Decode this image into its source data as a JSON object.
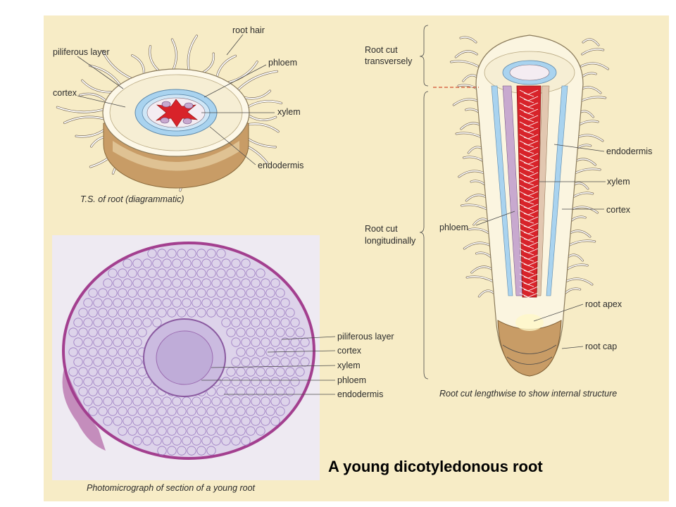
{
  "diagram_ts": {
    "caption": "T.S. of root (diagrammatic)",
    "labels": {
      "root_hair": "root hair",
      "piliferous_layer": "piliferous layer",
      "phloem": "phloem",
      "cortex": "cortex",
      "xylem": "xylem",
      "endodermis": "endodermis"
    }
  },
  "diagram_ls": {
    "caption": "Root cut lengthwise to show internal structure",
    "brace_upper": [
      "Root cut",
      "transversely"
    ],
    "brace_lower": [
      "Root cut",
      "longitudinally"
    ],
    "labels": {
      "endodermis": "endodermis",
      "xylem": "xylem",
      "cortex": "cortex",
      "phloem": "phloem",
      "root_apex": "root apex",
      "root_cap": "root cap"
    }
  },
  "photo": {
    "caption": "Photomicrograph of section of a young root",
    "labels": {
      "piliferous_layer": "piliferous layer",
      "cortex": "cortex",
      "xylem": "xylem",
      "phloem": "phloem",
      "endodermis": "endodermis"
    }
  },
  "slide_title": "A young dicotyledonous root",
  "colors": {
    "page_bg": "#f7ecc6",
    "xylem_red": "#d8232a",
    "endodermis_blue": "#a9d3ef",
    "cortex_cream": "#fbf5e0",
    "cap_brown": "#c9a06a",
    "stain_purple": "#a33f8f"
  }
}
